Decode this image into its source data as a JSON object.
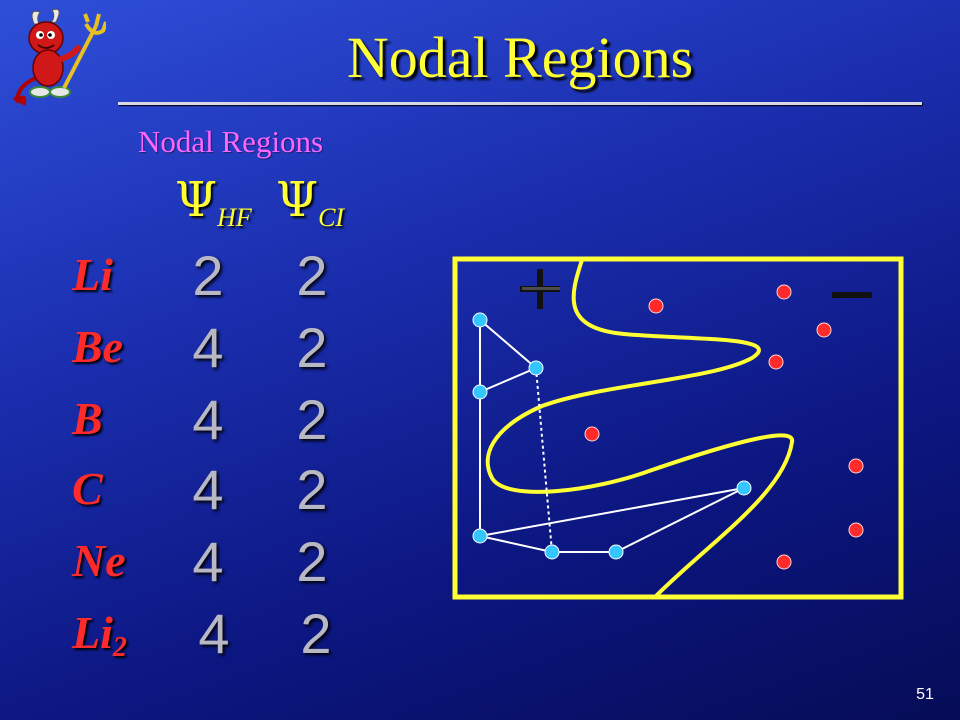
{
  "slide": {
    "title": "Nodal Regions",
    "subtitle": "Nodal Regions",
    "page_number": "51"
  },
  "columns": {
    "hf": {
      "symbol": "Ψ",
      "subscript": "HF"
    },
    "ci": {
      "symbol": "Ψ",
      "subscript": "CI"
    }
  },
  "rows": [
    {
      "element": "Li",
      "element_sub": "",
      "hf": "2",
      "ci": "2"
    },
    {
      "element": "Be",
      "element_sub": "",
      "hf": "4",
      "ci": "2"
    },
    {
      "element": "B",
      "element_sub": "",
      "hf": "4",
      "ci": "2"
    },
    {
      "element": "C",
      "element_sub": "",
      "hf": "4",
      "ci": "2"
    },
    {
      "element": "Ne",
      "element_sub": "",
      "hf": "4",
      "ci": "2"
    },
    {
      "element": "Li",
      "element_sub": "2",
      "hf": "4",
      "ci": "2"
    }
  ],
  "diagram": {
    "plus_sign": "+",
    "minus_sign": "−",
    "colors": {
      "frame": "#ffff33",
      "node_curve": "#ffff33",
      "red_particle": "#ff2a2a",
      "cyan_particle": "#33c6ff",
      "link": "#ffffff"
    }
  },
  "icons": {
    "mascot": "devil-mascot-icon"
  }
}
